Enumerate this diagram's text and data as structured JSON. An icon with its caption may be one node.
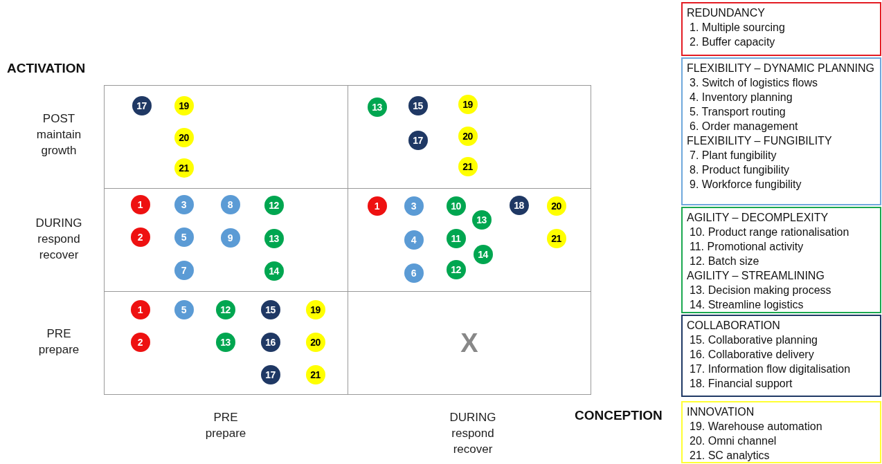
{
  "diagram": {
    "nodes": [
      {
        "text": [],
        "shape": "box"
      },
      {
        "text": [
          "17"
        ],
        "in": 0
      },
      {
        "text": [
          "19"
        ],
        "in": 0
      },
      {
        "text": [
          "20"
        ],
        "in": 0
      },
      {
        "text": [
          "21"
        ],
        "in": 0
      },
      {
        "text": [],
        "shape": "box"
      },
      {
        "text": [
          "13"
        ],
        "in": 5
      },
      {
        "text": [
          "15"
        ],
        "in": 5
      },
      {
        "text": [
          "19"
        ],
        "in": 5
      },
      {
        "text": [
          "17"
        ],
        "in": 5
      },
      {
        "text": [
          "20"
        ],
        "in": 5
      },
      {
        "text": [
          "21"
        ],
        "in": 5
      },
      {
        "text": [],
        "shape": "box"
      },
      {
        "text": [
          "1"
        ],
        "in": 12
      },
      {
        "text": [
          "3"
        ],
        "in": 12
      },
      {
        "text": [
          "8"
        ],
        "in": 12
      },
      {
        "text": [
          "12"
        ],
        "in": 12
      },
      {
        "text": [
          "2"
        ],
        "in": 12
      },
      {
        "text": [
          "5"
        ],
        "in": 12
      },
      {
        "text": [
          "9"
        ],
        "in": 12
      },
      {
        "text": [
          "13"
        ],
        "in": 12
      },
      {
        "text": [
          "7"
        ],
        "in": 12
      },
      {
        "text": [
          "14"
        ],
        "in": 12
      },
      {
        "text": [],
        "shape": "box"
      },
      {
        "text": [
          "1"
        ],
        "in": 23
      },
      {
        "text": [
          "3"
        ],
        "in": 23
      },
      {
        "text": [
          "10"
        ],
        "in": 23
      },
      {
        "text": [
          "13"
        ],
        "in": 23
      },
      {
        "text": [
          "18"
        ],
        "in": 23
      },
      {
        "text": [
          "20"
        ],
        "in": 23
      },
      {
        "text": [
          "4"
        ],
        "in": 23
      },
      {
        "text": [
          "11"
        ],
        "in": 23
      },
      {
        "text": [
          "14"
        ],
        "in": 23
      },
      {
        "text": [
          "21"
        ],
        "in": 23
      },
      {
        "text": [
          "6"
        ],
        "in": 23
      },
      {
        "text": [
          "12"
        ],
        "in": 23
      },
      {
        "text": [],
        "shape": "box"
      },
      {
        "text": [
          "1"
        ],
        "in": 36
      },
      {
        "text": [
          "5"
        ],
        "in": 36
      },
      {
        "text": [
          "12"
        ],
        "in": 36
      },
      {
        "text": [
          "15"
        ],
        "in": 36
      },
      {
        "text": [
          "19"
        ],
        "in": 36
      },
      {
        "text": [
          "2"
        ],
        "in": 36
      },
      {
        "text": [
          "13"
        ],
        "in": 36
      },
      {
        "text": [
          "16"
        ],
        "in": 36
      },
      {
        "text": [
          "20"
        ],
        "in": 36
      },
      {
        "text": [
          "17"
        ],
        "in": 36
      },
      {
        "text": [
          "21"
        ],
        "in": 36
      },
      {
        "text": [
          "X"
        ]
      },
      {
        "text": [
          "REDUNDANCY",
          "1. Multiple sourcing",
          "2. Buffer capacity"
        ]
      },
      {
        "text": [
          "FLEXIBILITY – DYNAMIC PLANNING",
          "3. Switch of logistics flows",
          "4. Inventory planning",
          "5. Transport routing",
          "6. Order management",
          "FLEXIBILITY – FUNGIBILITY",
          "7. Plant fungibility",
          "8. Product fungibility",
          "9. Workforce fungibility"
        ]
      },
      {
        "text": [
          "AGILITY – DECOMPLEXITY",
          "10. Product range rationalisation",
          "11. Promotional activity",
          "12. Batch size",
          "AGILITY – STREAMLINING",
          "13. Decision making process",
          "14. Streamline logistics"
        ]
      },
      {
        "text": [
          "COLLABORATION",
          "15. Collaborative planning",
          "16. Collaborative delivery",
          "17. Information flow digitalisation",
          "18. Financial support"
        ]
      },
      {
        "text": [
          "INNOVATION",
          "19. Warehouse automation",
          "20. Omni channel",
          "21. SC analytics"
        ]
      }
    ],
    "labels": [
      "ACTIVATION",
      "POST maintain growth",
      "DURING respond recover",
      "PRE prepare",
      "PRE prepare",
      "DURING respond recover",
      "CONCEPTION"
    ]
  }
}
